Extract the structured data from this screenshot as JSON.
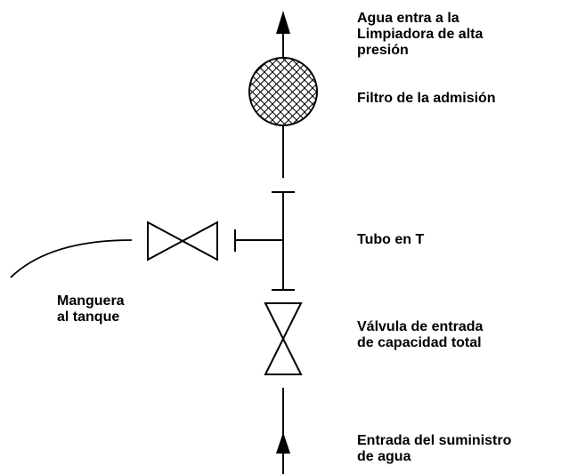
{
  "colors": {
    "line": "#000000",
    "background": "#ffffff"
  },
  "labels": {
    "water_outlet": [
      "Agua entra a la",
      "Limpiadora de alta",
      "presión"
    ],
    "intake_filter": [
      "Filtro de la admisión"
    ],
    "tee": [
      "Tubo en T"
    ],
    "hose": [
      "Manguera",
      "al tanque"
    ],
    "full_flow_valve": [
      "Válvula de entrada",
      "de capacidad total"
    ],
    "supply_inlet": [
      "Entrada del suministro",
      "de agua"
    ]
  },
  "icons": {
    "top_arrow": "arrow-up-icon",
    "filter": "crosshatched-filter-circle",
    "side_valve": "bowtie-valve-icon",
    "main_valve": "hourglass-valve-icon",
    "bottom_arrow": "arrow-up-icon"
  }
}
